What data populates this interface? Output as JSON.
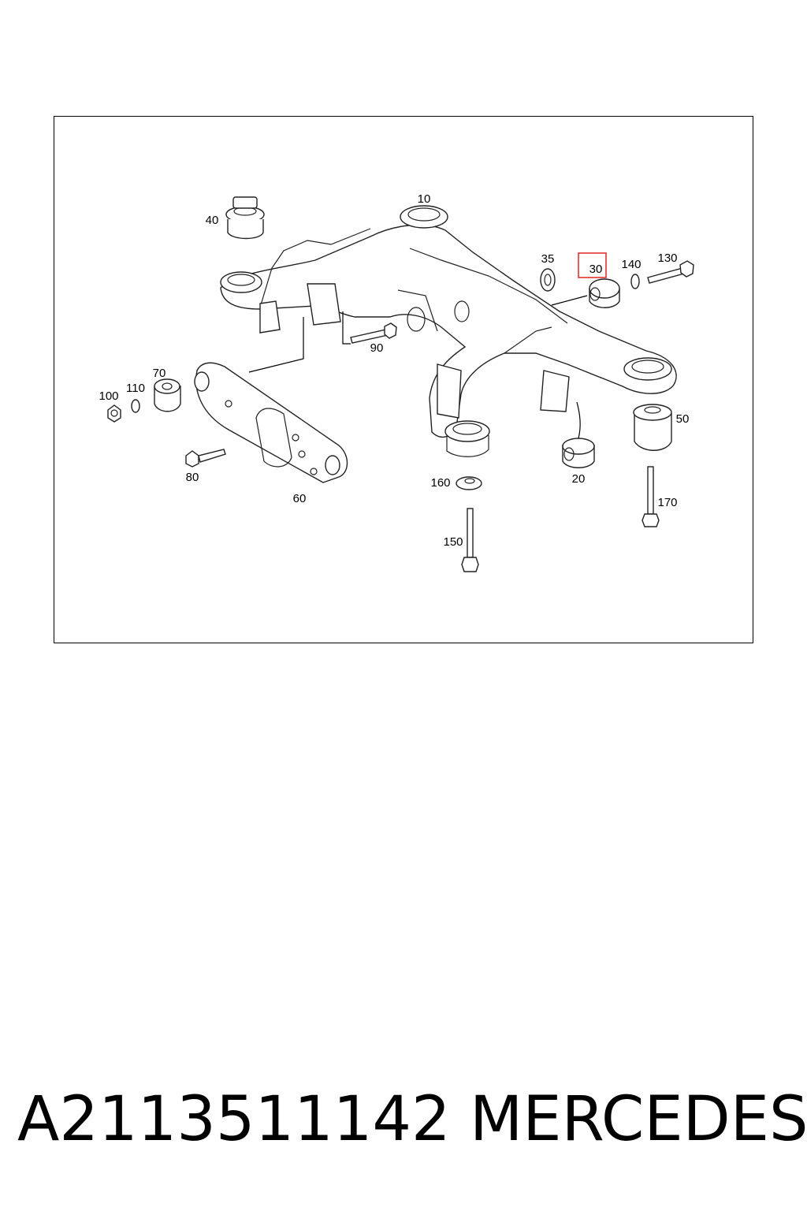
{
  "diagram": {
    "highlighted_callout": "30",
    "callouts": {
      "c10": "10",
      "c20": "20",
      "c30": "30",
      "c35": "35",
      "c40": "40",
      "c50": "50",
      "c60": "60",
      "c70": "70",
      "c80": "80",
      "c90": "90",
      "c100": "100",
      "c110": "110",
      "c130": "130",
      "c140": "140",
      "c150": "150",
      "c160": "160",
      "c170": "170"
    },
    "colors": {
      "highlight": "#e23232",
      "line": "#222222"
    }
  },
  "footer": {
    "part_number": "A2113511142",
    "brand": "MERCEDES"
  }
}
